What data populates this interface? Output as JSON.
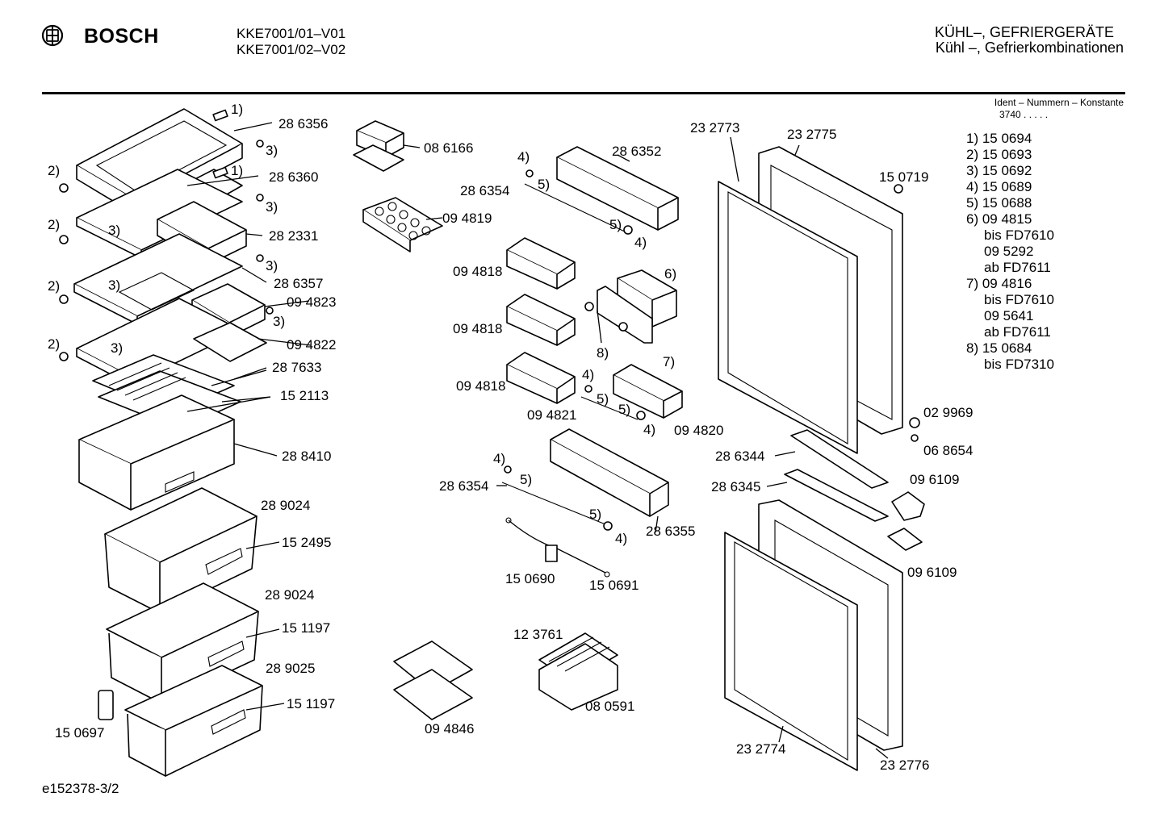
{
  "header": {
    "brand": "BOSCH",
    "model_line1": "KKE7001/01–V01",
    "model_line2": "KKE7001/02–V02",
    "category_line1": "KÜHL–, GEFRIERGERÄTE",
    "category_line2": "Kühl –, Gefrierkombinationen",
    "ident_label": "Ident – Nummern – Konstante",
    "ident_value": "3740 . . . . ."
  },
  "legend": [
    "1)  15 0694",
    "2)  15 0693",
    "3)  15 0692",
    "4)  15 0689",
    "5)  15 0688",
    "6)  09 4815",
    "      bis FD7610",
    "      09 5292",
    "      ab FD7611",
    "7)  09 4816",
    "      bis FD7610",
    "      09 5641",
    "      ab FD7611",
    "8)  15 0684",
    "      bis FD7310"
  ],
  "labels": {
    "p286356": "28 6356",
    "p286360": "28 6360",
    "p282331": "28 2331",
    "p286357": "28 6357",
    "p094823": "09 4823",
    "p094822": "09 4822",
    "p287633": "28 7633",
    "p152113": "15 2113",
    "p288410": "28 8410",
    "p289024a": "28 9024",
    "p152495": "15 2495",
    "p289024b": "28 9024",
    "p151197a": "15 1197",
    "p289025": "28 9025",
    "p151197b": "15 1197",
    "p150697": "15 0697",
    "p086166": "08 6166",
    "p094819": "09 4819",
    "p286352": "28 6352",
    "p286354a": "28 6354",
    "p094818a": "09 4818",
    "p094818b": "09 4818",
    "p094818c": "09 4818",
    "p094821": "09 4821",
    "p094820": "09 4820",
    "p286354b": "28 6354",
    "p286355": "28 6355",
    "p150690": "15 0690",
    "p150691": "15 0691",
    "p123761": "12 3761",
    "p080591": "08 0591",
    "p094846": "09 4846",
    "p232773": "23 2773",
    "p232775": "23 2775",
    "p150719": "15 0719",
    "p029969": "02 9969",
    "p068654": "06 8654",
    "p286344": "28 6344",
    "p286345": "28 6345",
    "p096109a": "09 6109",
    "p096109b": "09 6109",
    "p232774": "23 2774",
    "p232776": "23 2776"
  },
  "refs": {
    "r1a": "1)",
    "r1b": "1)",
    "r3a": "3)",
    "r3b": "3)",
    "r3c": "3)",
    "r3d": "3)",
    "r3e": "3)",
    "r3f": "3)",
    "r3g": "3)",
    "r2a": "2)",
    "r2b": "2)",
    "r2c": "2)",
    "r2d": "2)",
    "r4a": "4)",
    "r5a": "5)",
    "r5b": "5)",
    "r4b": "4)",
    "r6": "6)",
    "r8": "8)",
    "r7": "7)",
    "r4c": "4)",
    "r5c": "5)",
    "r5d": "5)",
    "r4d": "4)",
    "r4e": "4)",
    "r5e": "5)",
    "r5f": "5)",
    "r4f": "4)"
  },
  "footer": {
    "drawing_id": "e152378-3/2"
  }
}
